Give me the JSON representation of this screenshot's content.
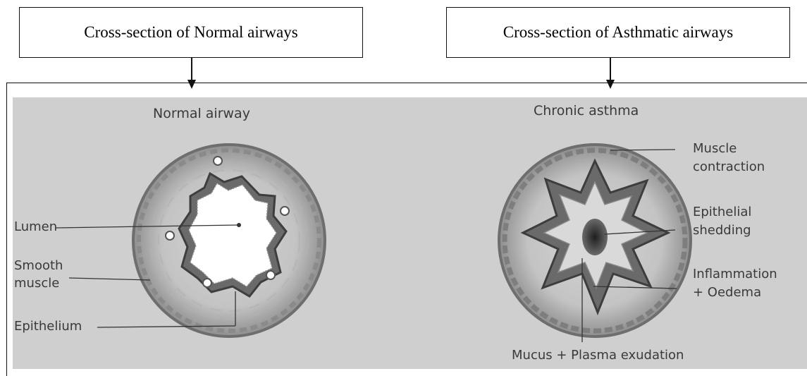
{
  "captions": {
    "normal": "Cross-section of Normal airways",
    "asthma": "Cross-section of Asthmatic airways"
  },
  "figure": {
    "normal_title": "Normal airway",
    "asthma_title": "Chronic asthma",
    "normal_labels": {
      "lumen": "Lumen",
      "smooth_muscle_1": "Smooth",
      "smooth_muscle_2": "muscle",
      "epithelium": "Epithelium"
    },
    "asthma_labels": {
      "muscle_1": "Muscle",
      "muscle_2": "contraction",
      "epithelial_1": "Epithelial",
      "epithelial_2": "shedding",
      "inflammation_1": "Inflammation",
      "inflammation_2": "+ Oedema",
      "mucus": "Mucus + Plasma exudation"
    }
  },
  "colors": {
    "panel_bg": "#cfcfcf",
    "tissue": "#bdbdbd",
    "epithelium": "#6d6d6d",
    "lumen": "#ffffff",
    "label_text": "#3a3a3a"
  }
}
